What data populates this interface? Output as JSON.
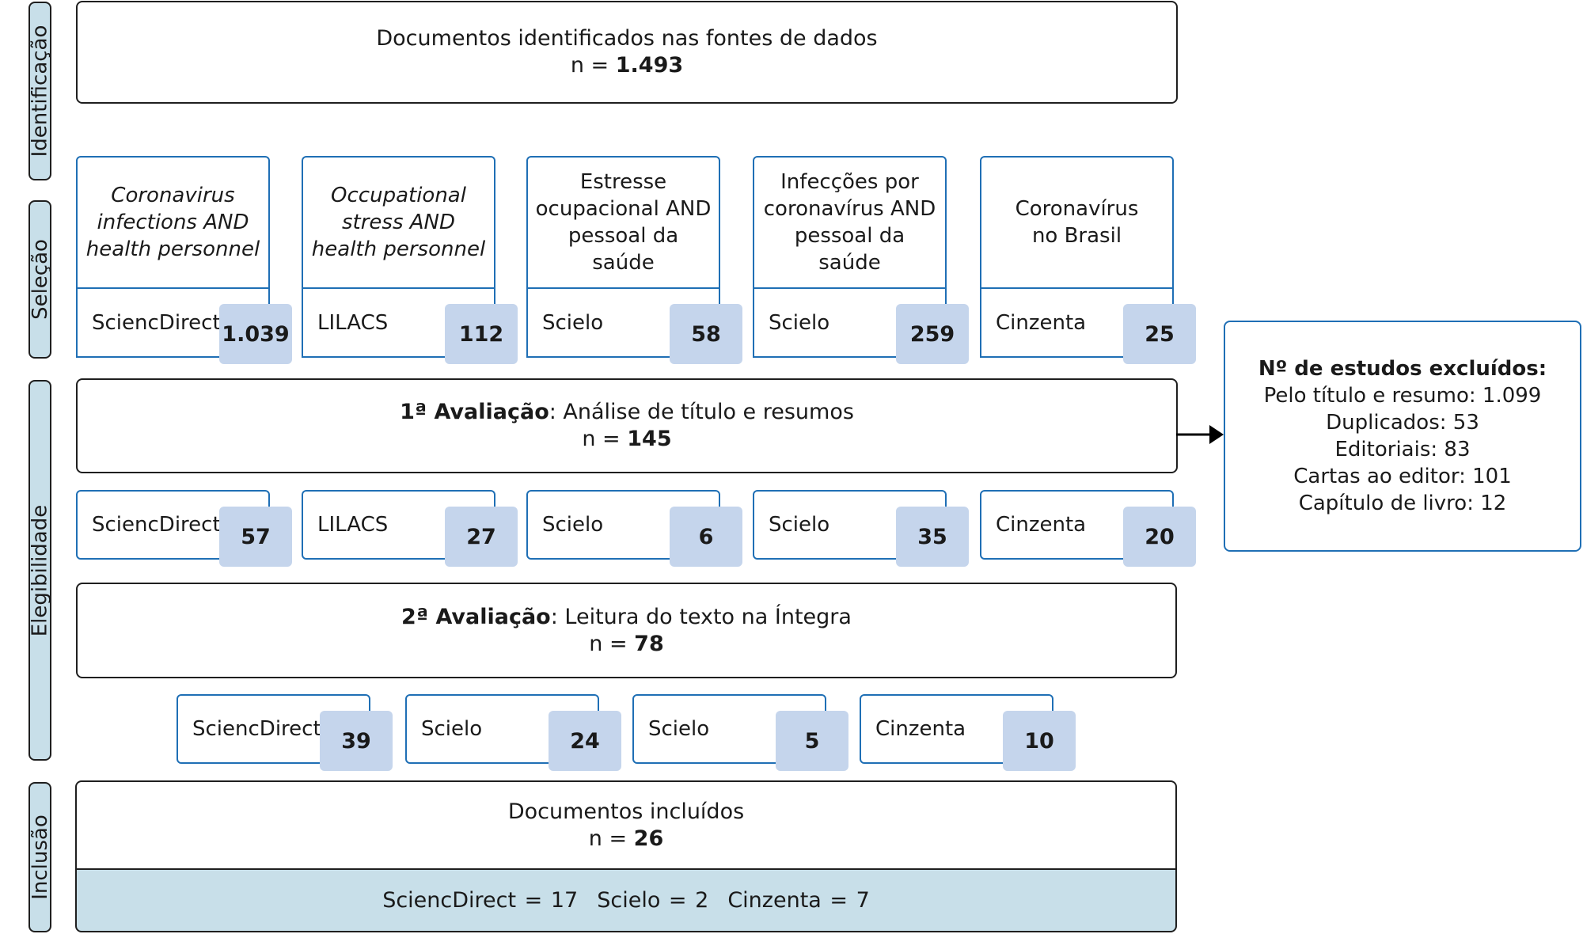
{
  "stages": {
    "identificacao": "Identificação",
    "selecao": "Seleção",
    "elegibilidade": "Elegibilidade",
    "inclusao": "Inclusão"
  },
  "identified": {
    "title": "Documentos identificados nas fontes de dados",
    "n_prefix": "n = ",
    "n_value": "1.493"
  },
  "search_terms": [
    {
      "text": "Coronavirus infections AND health personnel",
      "italic": true
    },
    {
      "text": "Occupational stress AND health personnel",
      "italic": true
    },
    {
      "text": "Estresse ocupacional AND pessoal da saúde",
      "italic": false
    },
    {
      "text": "Infecções por coronavírus AND pessoal da saúde",
      "italic": false
    },
    {
      "text": "Coronavírus no Brasil",
      "italic": false
    }
  ],
  "selection_sources": [
    {
      "name": "SciencDirect",
      "count": "1.039"
    },
    {
      "name": "LILACS",
      "count": "112"
    },
    {
      "name": "Scielo",
      "count": "58"
    },
    {
      "name": "Scielo",
      "count": "259"
    },
    {
      "name": "Cinzenta",
      "count": "25"
    }
  ],
  "evaluation1": {
    "label": "1ª Avaliação",
    "text": ": Análise de título e resumos",
    "n_prefix": "n = ",
    "n_value": "145"
  },
  "eval1_sources": [
    {
      "name": "SciencDirect",
      "count": "57"
    },
    {
      "name": "LILACS",
      "count": "27"
    },
    {
      "name": "Scielo",
      "count": "6"
    },
    {
      "name": "Scielo",
      "count": "35"
    },
    {
      "name": "Cinzenta",
      "count": "20"
    }
  ],
  "evaluation2": {
    "label": "2ª Avaliação",
    "text": ": Leitura do texto na Íntegra",
    "n_prefix": "n = ",
    "n_value": "78"
  },
  "eval2_sources": [
    {
      "name": "SciencDirect",
      "count": "39"
    },
    {
      "name": "Scielo",
      "count": "24"
    },
    {
      "name": "Scielo",
      "count": "5"
    },
    {
      "name": "Cinzenta",
      "count": "10"
    }
  ],
  "included": {
    "title": "Documentos incluídos",
    "n_prefix": "n = ",
    "n_value": "26",
    "breakdown": [
      "SciencDirect = 17",
      "Scielo = 2",
      "Cinzenta = 7"
    ]
  },
  "excluded": {
    "title": "Nº de estudos excluídos:",
    "items": [
      "Pelo título e resumo: 1.099",
      "Duplicados: 53",
      "Editoriais: 83",
      "Cartas ao editor: 101",
      "Capítulo de livro: 12"
    ]
  }
}
